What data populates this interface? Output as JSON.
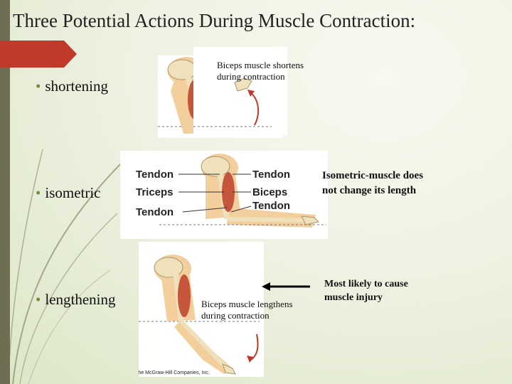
{
  "slide": {
    "title": "Three Potential Actions During Muscle Contraction:",
    "bullets": [
      "shortening",
      "isometric",
      "lengthening"
    ],
    "bullet_marker": "•"
  },
  "panels": {
    "shortening": {
      "caption": "Biceps muscle shortens during contraction"
    },
    "isometric": {
      "labels_left": [
        "Tendon",
        "Triceps",
        "Tendon"
      ],
      "labels_right": [
        "Tendon",
        "Biceps",
        "Tendon"
      ],
      "note": "Isometric-muscle does not change its length"
    },
    "lengthening": {
      "caption": "Biceps muscle lengthens during contraction",
      "note": "Most likely to cause muscle injury",
      "copyright": "©The McGraw-Hill Companies, Inc."
    }
  },
  "colors": {
    "accent_red": "#c0392b",
    "left_bar": "#6f6e52",
    "muscle": "#c5563b",
    "bone": "#efe1bb",
    "skin": "#f3cf9e"
  }
}
